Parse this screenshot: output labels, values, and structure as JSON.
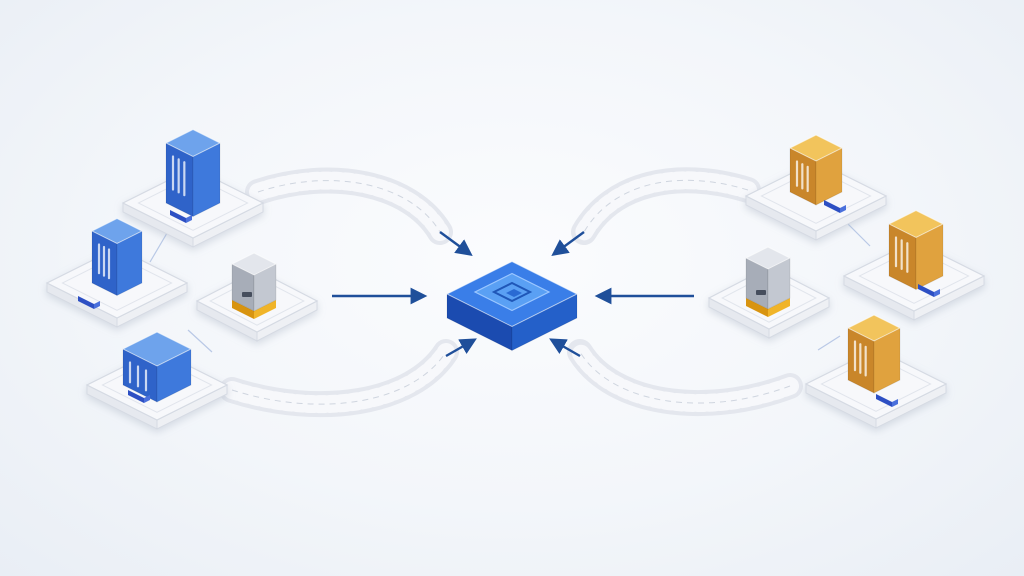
{
  "diagram": {
    "colors": {
      "blue_top": "#6ea3ec",
      "blue_left": "#2f63c9",
      "blue_right": "#3e79dc",
      "amber_top": "#f2c45c",
      "amber_left": "#c9862a",
      "amber_right": "#e0a23e",
      "gray_top": "#e3e6ec",
      "gray_left": "#a7adb8",
      "gray_right": "#c3c8d1",
      "hub_top": "#3a7ee8",
      "hub_left": "#1b4bb0",
      "hub_right": "#2460c9",
      "arrow": "#1f4f9a",
      "platform": "#f7f8fb",
      "platform_edge": "#d5dae3",
      "chain": "#dfe3ea"
    },
    "nodes": [
      {
        "id": "left-top-node",
        "kind": "server",
        "color": "blue"
      },
      {
        "id": "left-middle-node",
        "kind": "server",
        "color": "blue"
      },
      {
        "id": "left-bottom-node",
        "kind": "server",
        "color": "blue"
      },
      {
        "id": "left-inner-node",
        "kind": "processor",
        "color": "gray"
      },
      {
        "id": "central-hub",
        "kind": "hub",
        "color": "blue"
      },
      {
        "id": "right-inner-node",
        "kind": "processor",
        "color": "gray"
      },
      {
        "id": "right-top-node",
        "kind": "server",
        "color": "amber"
      },
      {
        "id": "right-middle-node",
        "kind": "server",
        "color": "amber"
      },
      {
        "id": "right-bottom-node",
        "kind": "server",
        "color": "amber"
      }
    ],
    "edges": [
      {
        "from": "left-top-node",
        "to": "central-hub",
        "style": "chain"
      },
      {
        "from": "left-inner-node",
        "to": "central-hub",
        "style": "arrow"
      },
      {
        "from": "left-bottom-node",
        "to": "central-hub",
        "style": "chain"
      },
      {
        "from": "right-top-node",
        "to": "central-hub",
        "style": "chain"
      },
      {
        "from": "right-inner-node",
        "to": "central-hub",
        "style": "arrow"
      },
      {
        "from": "right-bottom-node",
        "to": "central-hub",
        "style": "chain"
      }
    ]
  }
}
